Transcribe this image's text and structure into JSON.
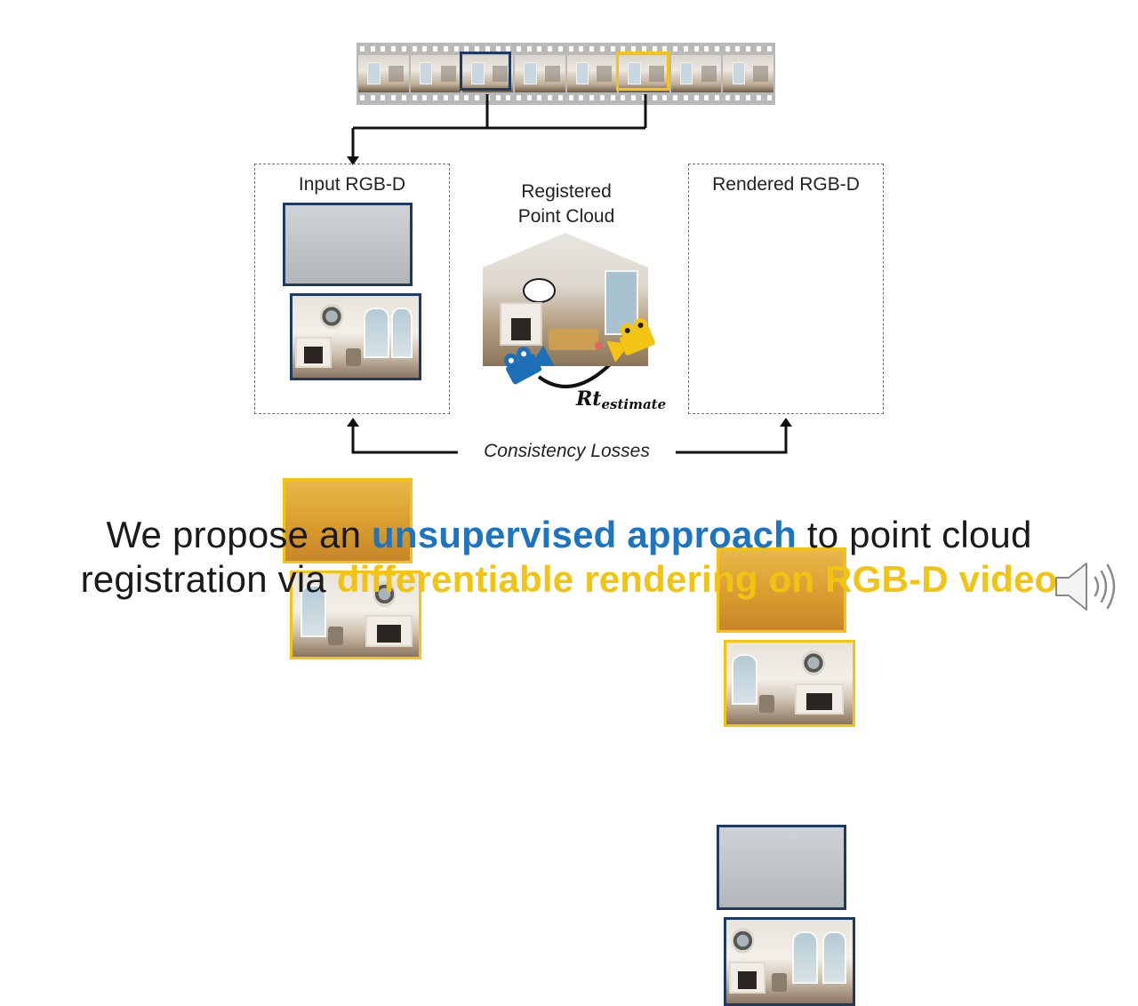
{
  "panels": {
    "left_title": "Input RGB-D",
    "center_title_line1": "Registered",
    "center_title_line2": "Point Cloud",
    "right_title": "Rendered RGB-D"
  },
  "labels": {
    "rt_main": "Rt",
    "rt_sub": "estimate",
    "consistency": "Consistency Losses"
  },
  "caption": {
    "line1_pre": "We propose an ",
    "line1_highlight": "unsupervised approach",
    "line1_post": " to point cloud",
    "line2_pre": "registration via ",
    "line2_highlight": "differentiable rendering on RGB-D video"
  },
  "colors": {
    "accent_blue": "#1d74c0",
    "accent_yellow": "#f2c412",
    "frame_navy": "#1f3a60",
    "camera_blue": "#1d6fb8",
    "camera_yellow": "#f3c414"
  },
  "icons": {
    "speaker": "speaker-icon",
    "camera_source": "camera-icon",
    "camera_target": "camera-icon"
  }
}
